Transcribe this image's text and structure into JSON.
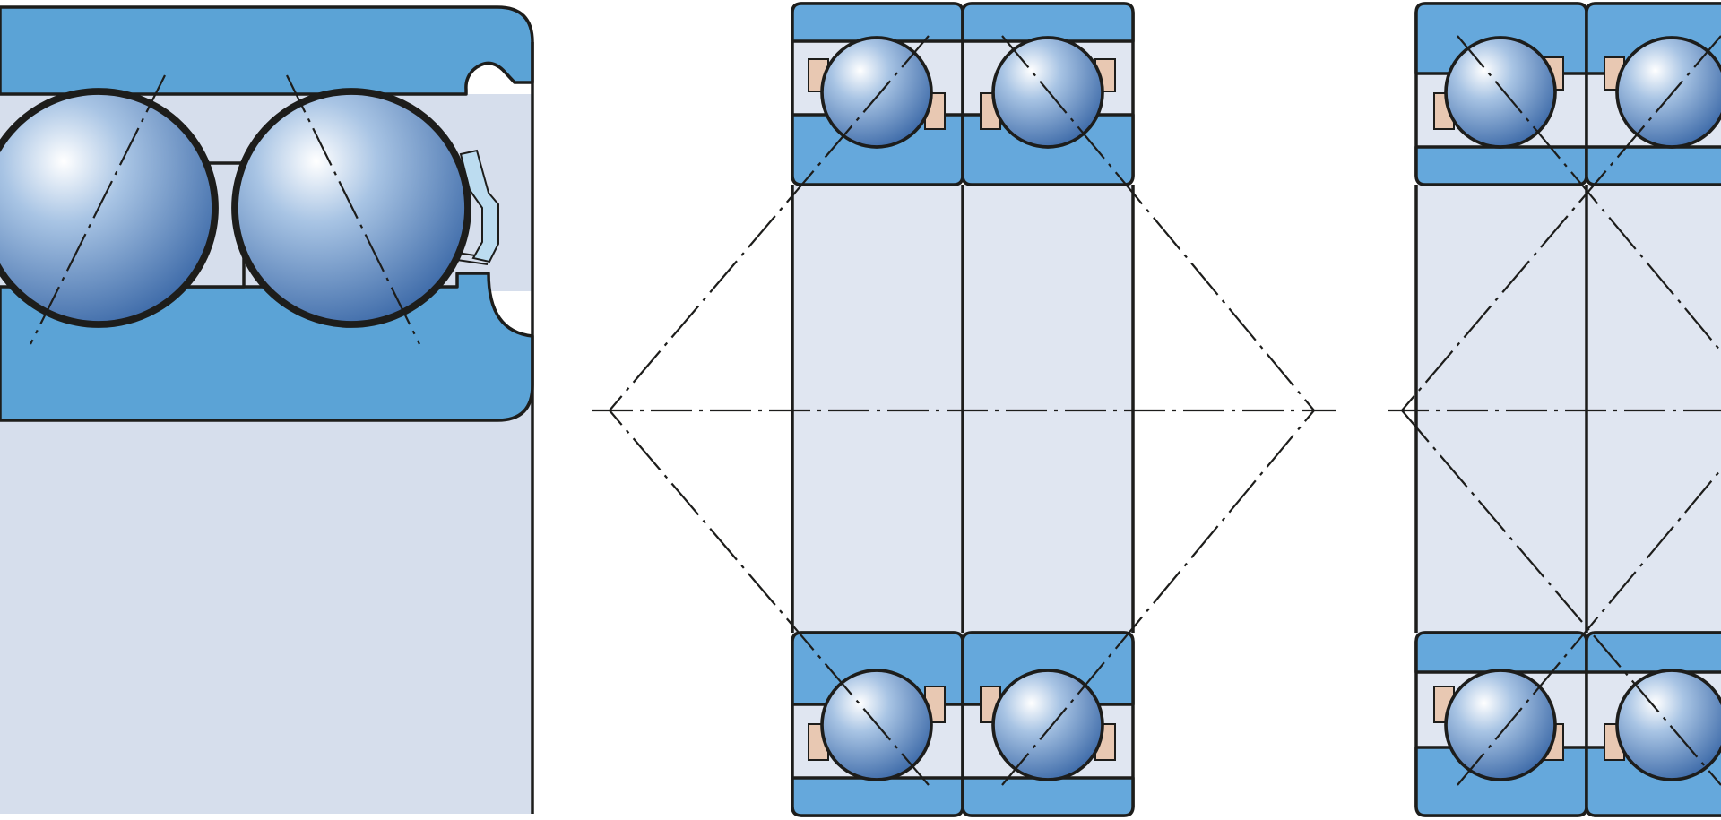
{
  "colors": {
    "ring": "#5ba3d6",
    "ring_light": "#65a8dc",
    "bore": "#d6deec",
    "bore_light": "#e0e6f1",
    "cage": "#e8c8b2",
    "seal": "#bcdcf0",
    "ball_highlight": "#ffffff",
    "ball_mid": "#a8c4e4",
    "ball_dark": "#3d6aa8",
    "line": "#1d1d1b",
    "background": "#ffffff"
  },
  "views": [
    {
      "name": "detail-double-row-section"
    },
    {
      "name": "back-to-back-arrangement"
    },
    {
      "name": "face-to-face-arrangement"
    }
  ]
}
